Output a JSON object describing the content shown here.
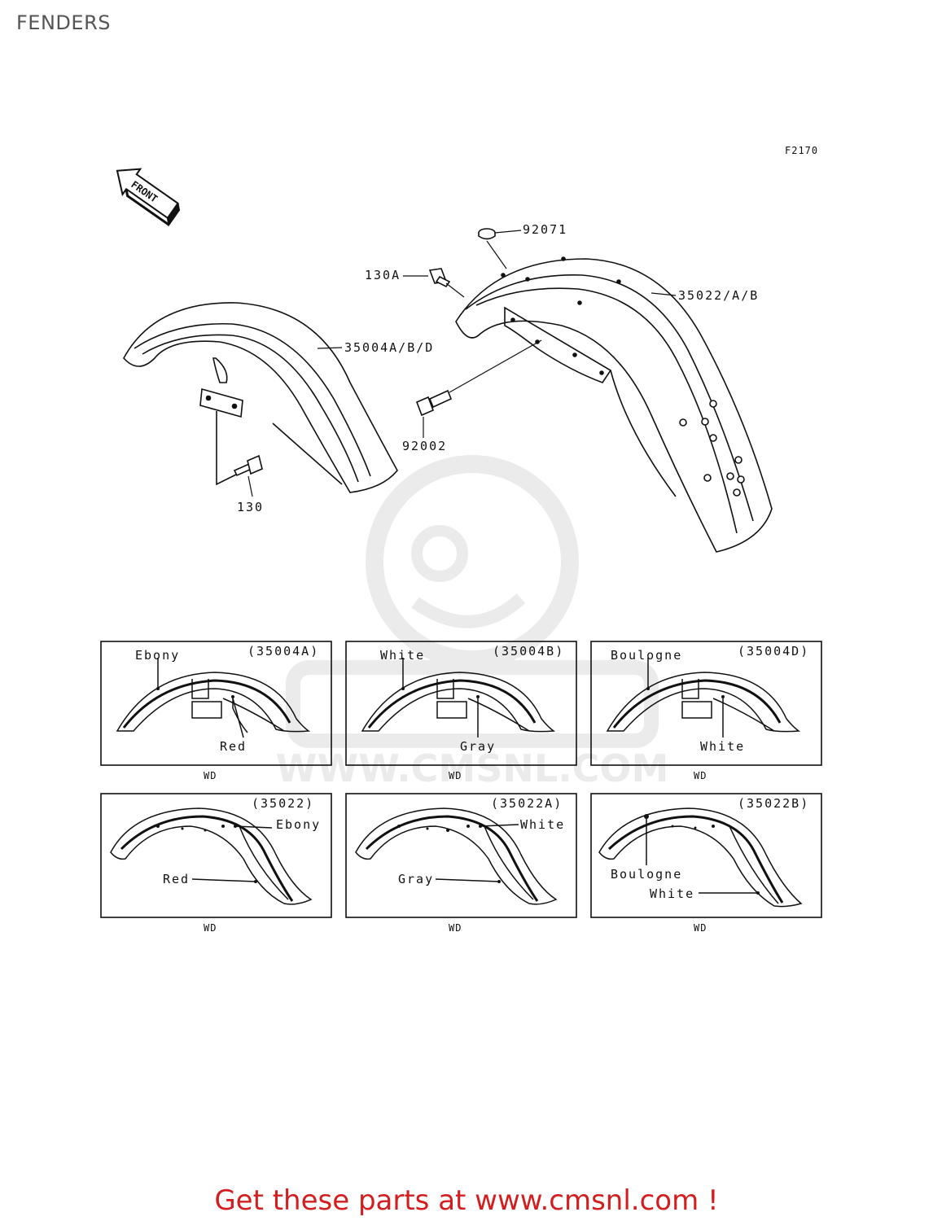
{
  "page": {
    "title": "FENDERS",
    "figure_code": "F2170"
  },
  "front_arrow": {
    "label": "FRONT"
  },
  "callouts": {
    "rear_cap": "92071",
    "rear_bolt_top": "130A",
    "rear_fender": "35022/A/B",
    "front_fender": "35004A/B/D",
    "rear_bolt": "92002",
    "front_bolt": "130"
  },
  "variants": [
    {
      "code": "(35004A)",
      "upper": "Ebony",
      "lower": "Red",
      "footer": "WD"
    },
    {
      "code": "(35004B)",
      "upper": "White",
      "lower": "Gray",
      "footer": "WD"
    },
    {
      "code": "(35004D)",
      "upper": "Boulogne",
      "lower": "White",
      "footer": "WD"
    },
    {
      "code": "(35022)",
      "upper": "Ebony",
      "lower": "Red",
      "footer": "WD"
    },
    {
      "code": "(35022A)",
      "upper": "White",
      "lower": "Gray",
      "footer": "WD"
    },
    {
      "code": "(35022B)",
      "upper": "Boulogne",
      "lower": "White",
      "footer": "WD"
    }
  ],
  "watermark": {
    "text": "WWW.CMSNL.COM"
  },
  "footer": {
    "cta": "Get these parts at www.cmsnl.com !",
    "color": "#d21e1e"
  }
}
